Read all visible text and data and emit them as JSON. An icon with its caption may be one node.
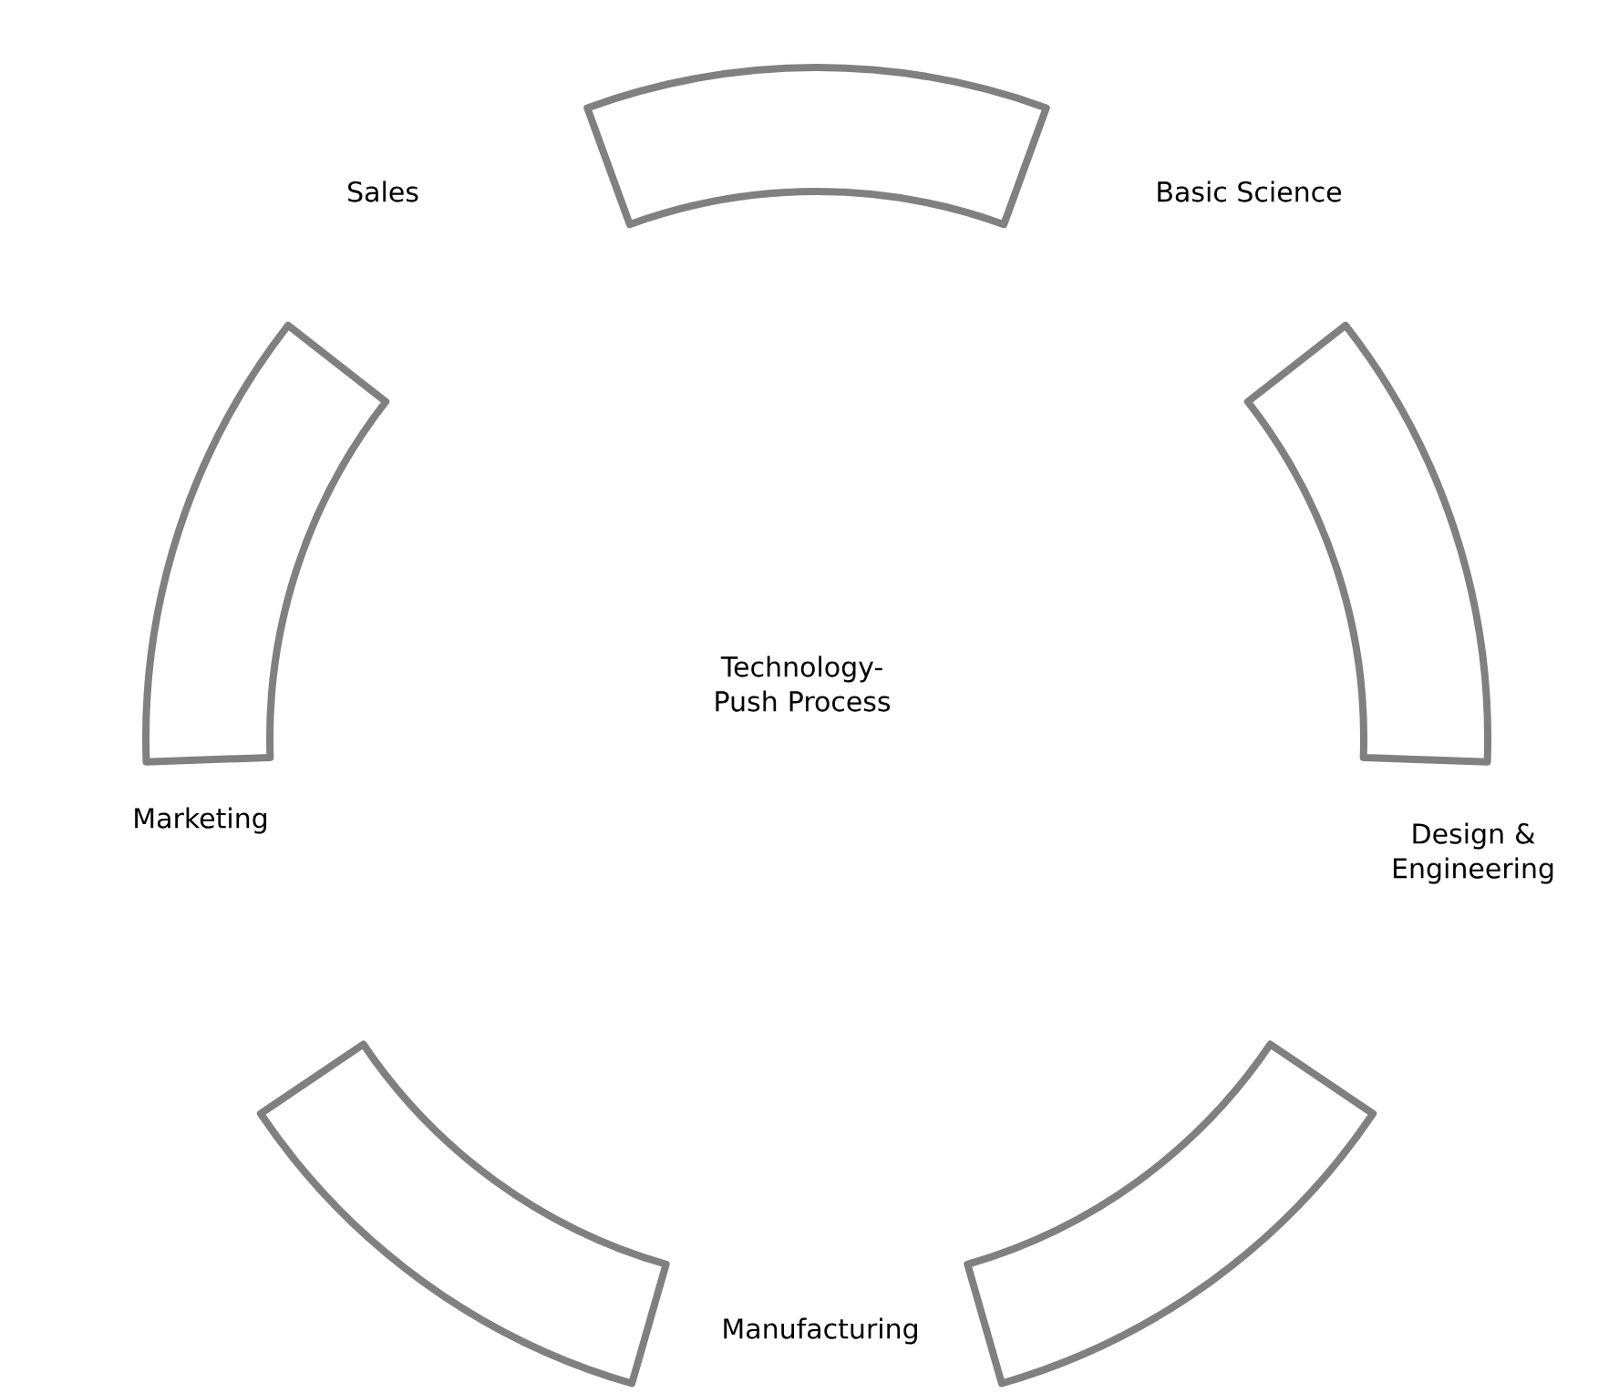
{
  "diagram": {
    "nodes": [
      {
        "text": [
          "Sales"
        ]
      },
      {
        "text": [
          "Basic Science"
        ]
      },
      {
        "text": [
          "Technology-Push Process"
        ]
      },
      {
        "text": [
          "Marketing"
        ]
      },
      {
        "text": [
          "Design & Engineering"
        ]
      },
      {
        "text": [
          "Manufacturing"
        ]
      },
      {
        "text": [],
        "shape": "band"
      },
      {
        "text": [],
        "shape": "band"
      },
      {
        "text": [],
        "shape": "band"
      },
      {
        "text": [],
        "shape": "band"
      },
      {
        "text": [],
        "shape": "band"
      }
    ]
  }
}
